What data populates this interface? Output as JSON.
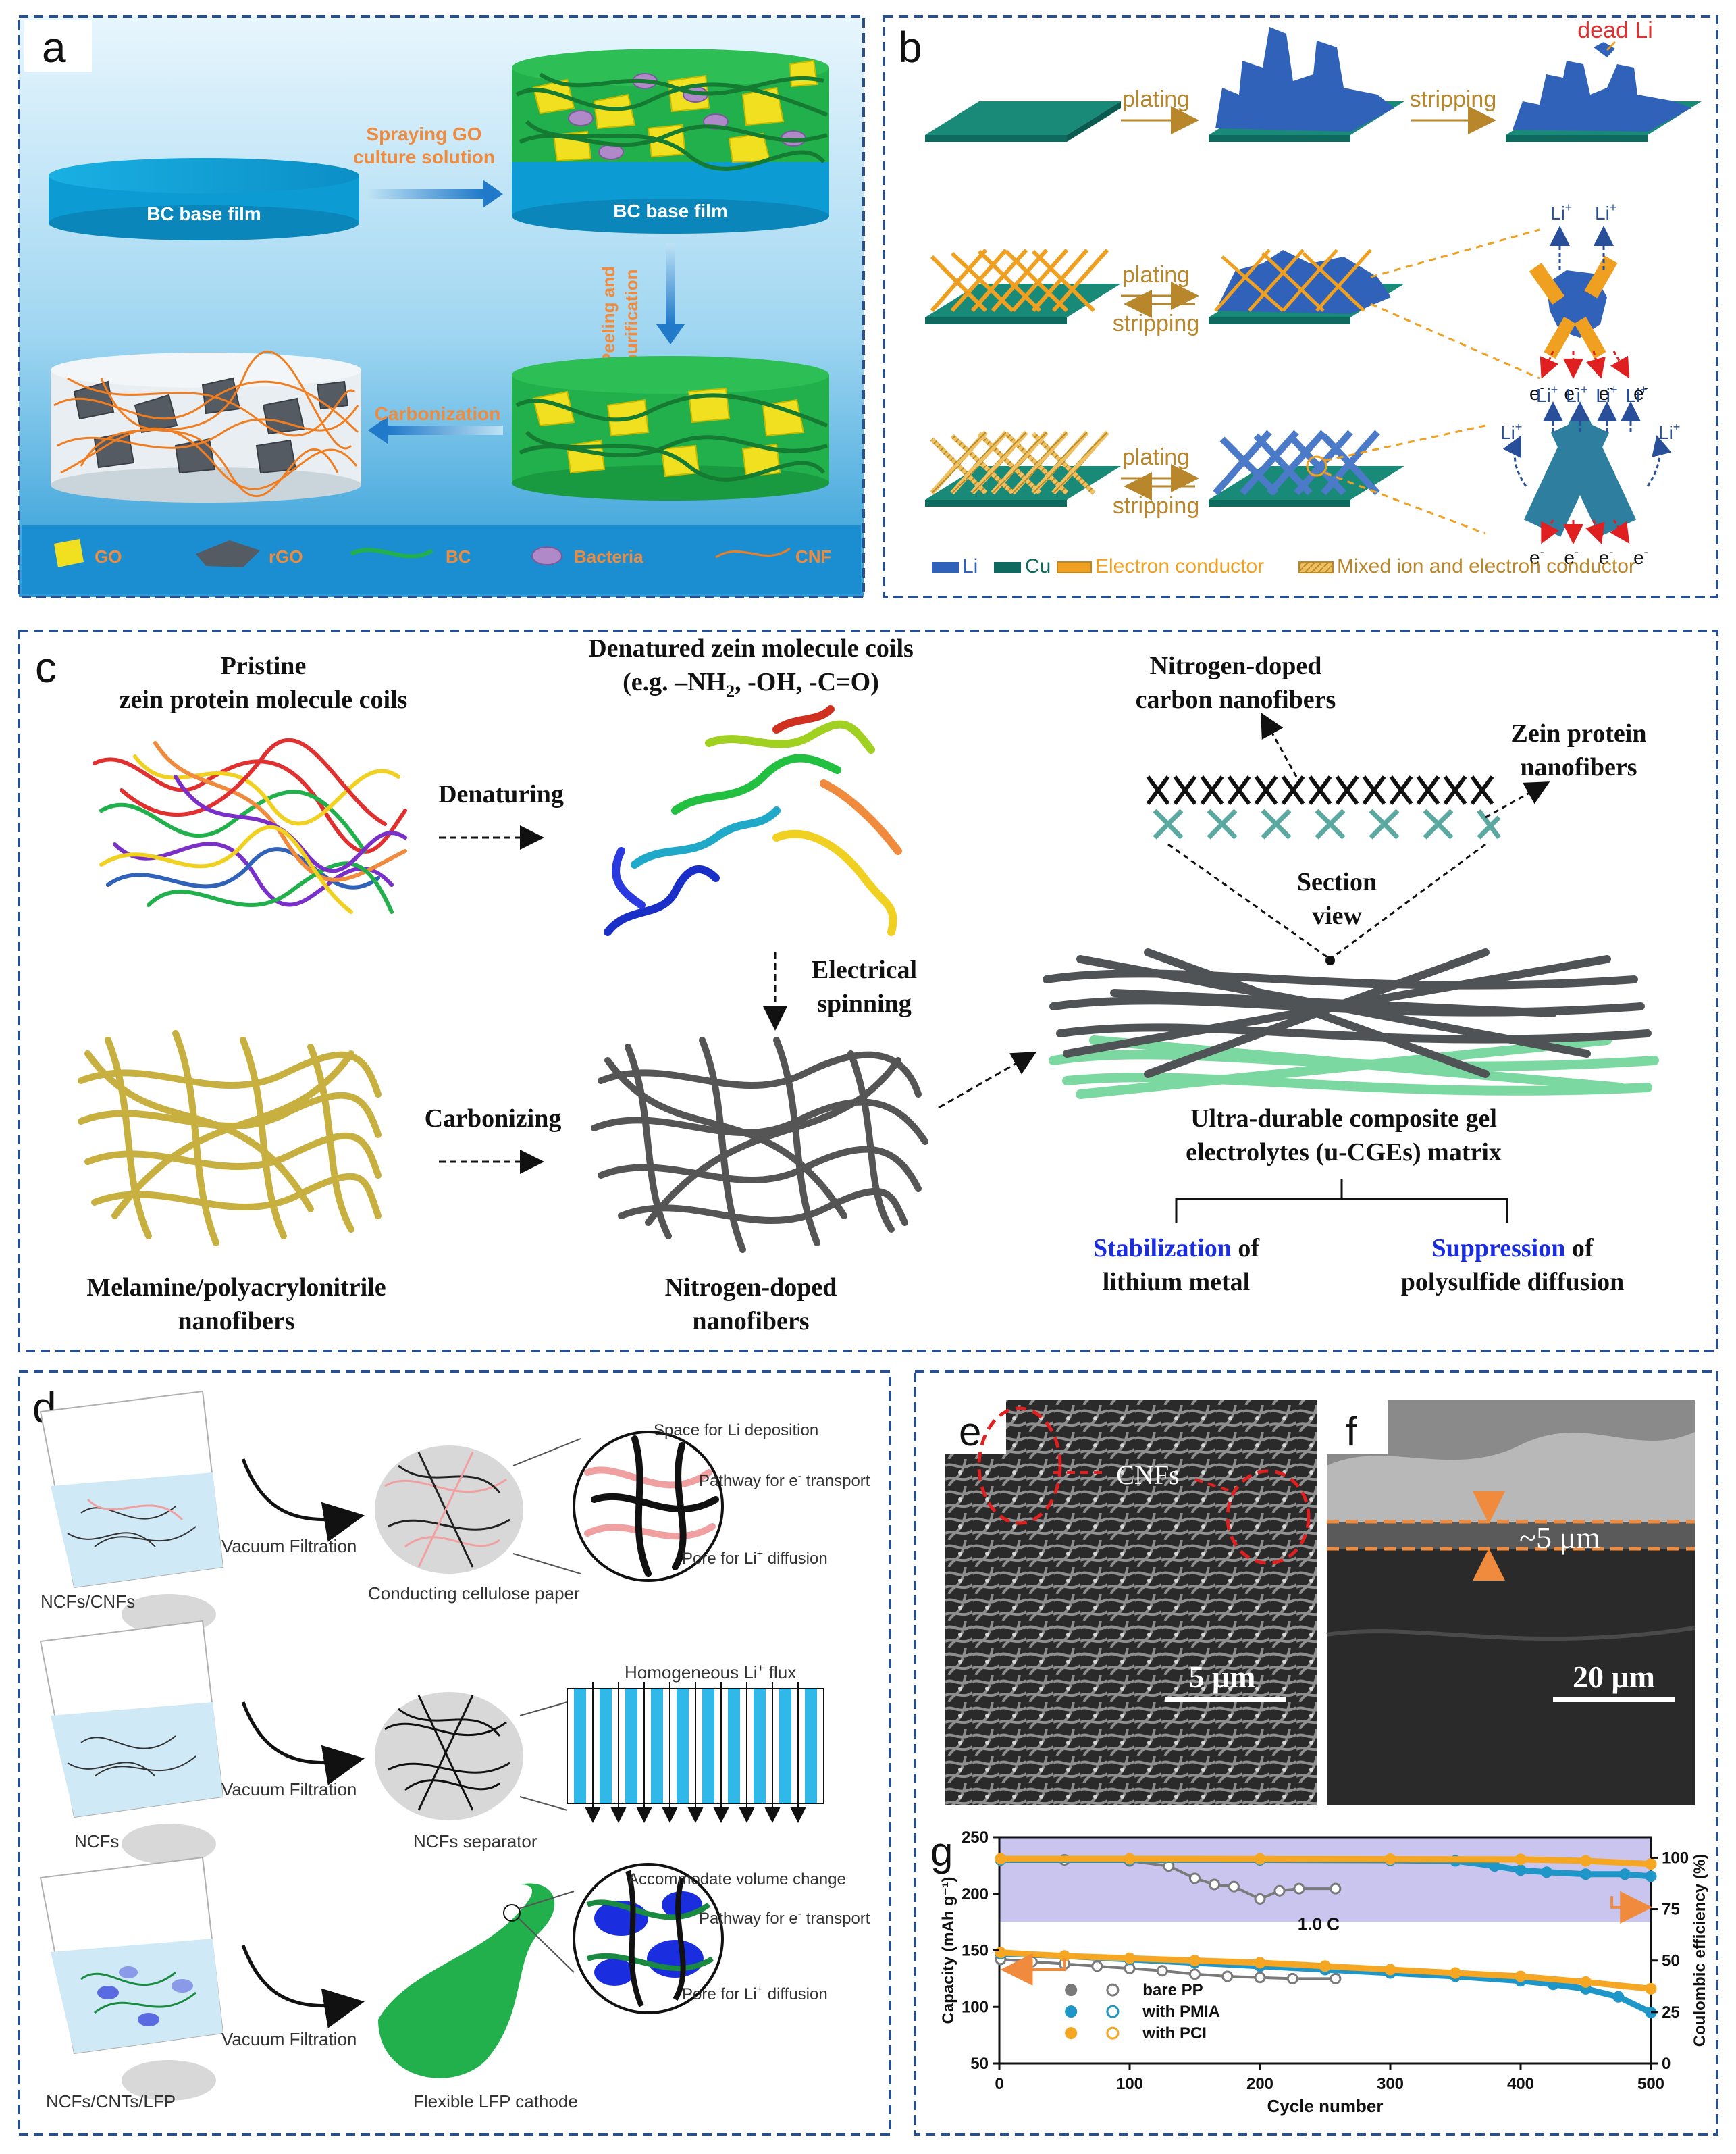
{
  "panels": {
    "a": {
      "letter": "a",
      "base_film": "BC base film",
      "spraying": [
        "Spraying GO",
        "culture solution"
      ],
      "peeling": [
        "Peeling and",
        "purification"
      ],
      "carbonization": "Carbonization",
      "legend": [
        "GO",
        "rGO",
        "BC",
        "Bacteria",
        "CNF"
      ]
    },
    "b": {
      "letter": "b",
      "dead_li": "dead Li",
      "plating": "plating",
      "stripping": "stripping",
      "li_ion": "Li",
      "li_ion_sup": "+",
      "electron": "e",
      "electron_sup": "-",
      "legend": [
        "Li",
        "Cu",
        "Electron conductor",
        "Mixed ion and electron conductor"
      ]
    },
    "c": {
      "letter": "c",
      "pristine": [
        "Pristine",
        "zein protein molecule coils"
      ],
      "denatured": [
        "Denatured zein molecule coils",
        "(e.g. –NH",
        "2",
        ", -OH, -C=O)"
      ],
      "denaturing": "Denaturing",
      "electrical_spinning": [
        "Electrical",
        "spinning"
      ],
      "carbonizing": "Carbonizing",
      "melamine": [
        "Melamine/polyacrylonitrile",
        "nanofibers"
      ],
      "nitrogen_doped": [
        "Nitrogen-doped",
        "nanofibers"
      ],
      "ncnf": [
        "Nitrogen-doped",
        "carbon nanofibers"
      ],
      "zein_nf": [
        "Zein protein",
        "nanofibers"
      ],
      "section_view": [
        "Section",
        "view"
      ],
      "ucge": [
        "Ultra-durable composite gel",
        "electrolytes (u-CGEs) matrix"
      ],
      "stabilization": [
        "Stabilization",
        " of",
        "lithium metal"
      ],
      "suppression": [
        "Suppression",
        " of",
        "polysulfide diffusion"
      ]
    },
    "d": {
      "letter": "d",
      "vacuum": "Vacuum Filtration",
      "ncfs_cnfs": "NCFs/CNFs",
      "ncfs": "NCFs",
      "ncfs_cnts_lfp": "NCFs/CNTs/LFP",
      "conducting_paper": "Conducting cellulose paper",
      "separator": "NCFs separator",
      "flexible_cathode": "Flexible LFP cathode",
      "space_li": "Space for Li deposition",
      "pathway_e": "Pathway for e",
      "pathway_e_tail": " transport",
      "pore_li": "Pore for Li",
      "pore_li_tail": " diffusion",
      "homogeneous": "Homogeneous Li",
      "homogeneous_tail": " flux",
      "accommodate": "Accommodate volume change",
      "e_sup": "-",
      "li_sup": "+"
    },
    "e": {
      "letter": "e",
      "label": "CNFs",
      "scale": "5 μm"
    },
    "f": {
      "letter": "f",
      "label": "~5 μm",
      "scale": "20 μm"
    },
    "g": {
      "letter": "g",
      "rate": "1.0 C"
    }
  },
  "colors": {
    "panel_border": "#2b4f8c",
    "orange_text": "#f08a3c",
    "b_arrow_text": "#b8862b",
    "li_blue": "#2f62b8",
    "cu_teal": "#0e6a5e",
    "conductor_orange": "#f0a020",
    "bare_pp": "#7a7a7a",
    "pmia": "#1e96c8",
    "pci": "#f5a623",
    "blue_word": "#1a2ee0"
  },
  "chart_data": {
    "type": "scatter",
    "title": "",
    "xlabel": "Cycle number",
    "ylabel": "Capacity (mAh g⁻¹)",
    "y2label": "Coulombic efficiency (%)",
    "xlim": [
      0,
      500
    ],
    "ylim": [
      50,
      250
    ],
    "y2lim": [
      0,
      110
    ],
    "xticks": [
      0,
      100,
      200,
      300,
      400,
      500
    ],
    "yticks": [
      50,
      100,
      150,
      200,
      250
    ],
    "y2ticks": [
      0,
      25,
      50,
      75,
      100
    ],
    "annotation": "1.0 C",
    "legend_position": "bottom-left",
    "series": [
      {
        "name": "bare PP",
        "axis": "capacity",
        "x": [
          1,
          25,
          50,
          75,
          100,
          125,
          150,
          175,
          200,
          225,
          258
        ],
        "y": [
          142,
          140,
          138,
          136,
          134,
          132,
          129,
          127,
          126,
          125,
          125
        ]
      },
      {
        "name": "bare PP",
        "axis": "efficiency",
        "x": [
          1,
          50,
          100,
          130,
          150,
          165,
          180,
          200,
          215,
          230,
          258
        ],
        "y": [
          99,
          99,
          98.5,
          96,
          90,
          87,
          86,
          80,
          84,
          85,
          85
        ]
      },
      {
        "name": "with PMIA",
        "axis": "capacity",
        "x": [
          1,
          50,
          100,
          150,
          200,
          250,
          300,
          350,
          400,
          425,
          450,
          475,
          500
        ],
        "y": [
          147,
          145,
          142,
          139,
          136,
          133,
          130,
          127,
          123,
          120,
          116,
          109,
          95
        ]
      },
      {
        "name": "with PMIA",
        "axis": "efficiency",
        "x": [
          1,
          100,
          200,
          300,
          350,
          380,
          400,
          420,
          450,
          480,
          500
        ],
        "y": [
          99,
          99,
          99,
          98.8,
          98.5,
          96,
          94,
          93,
          92,
          92,
          91
        ]
      },
      {
        "name": "with PCI",
        "axis": "capacity",
        "x": [
          1,
          50,
          100,
          150,
          200,
          250,
          300,
          350,
          400,
          450,
          500
        ],
        "y": [
          148,
          145,
          143,
          141,
          139,
          136,
          133,
          130,
          127,
          122,
          116
        ]
      },
      {
        "name": "with PCI",
        "axis": "efficiency",
        "x": [
          1,
          100,
          200,
          300,
          400,
          450,
          500
        ],
        "y": [
          99.5,
          99.5,
          99.4,
          99.3,
          99.2,
          98.5,
          97
        ]
      }
    ]
  }
}
